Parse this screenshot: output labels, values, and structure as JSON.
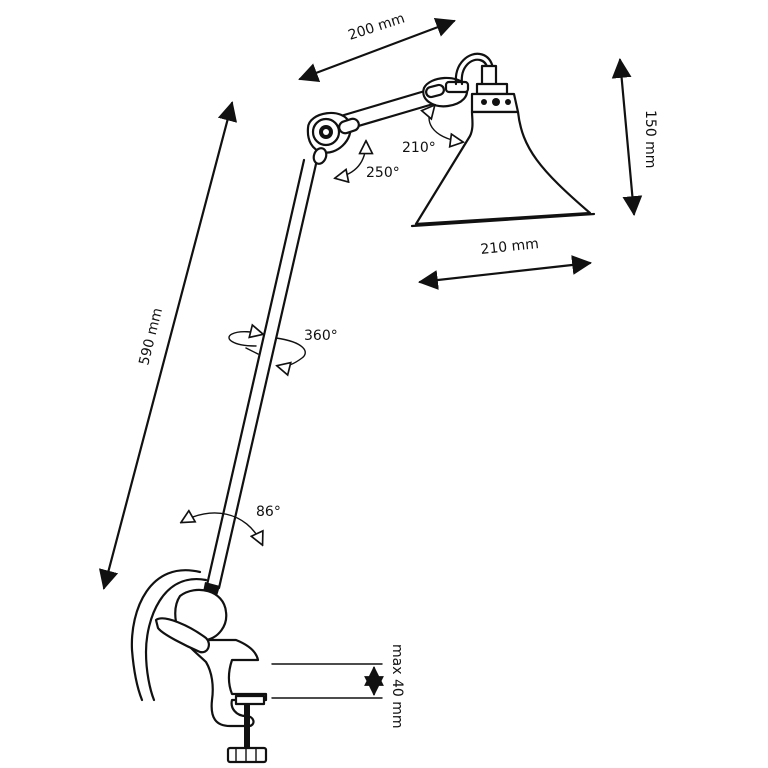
{
  "dimensions": {
    "arm_length": "200 mm",
    "shade_height": "150 mm",
    "shade_width": "210 mm",
    "total_height": "590 mm",
    "clamp_max": "max 40 mm"
  },
  "angles": {
    "shade_tilt": "210°",
    "elbow": "250°",
    "rotation": "360°",
    "base_tilt": "86°"
  },
  "colors": {
    "line": "#111111",
    "background": "#ffffff"
  }
}
